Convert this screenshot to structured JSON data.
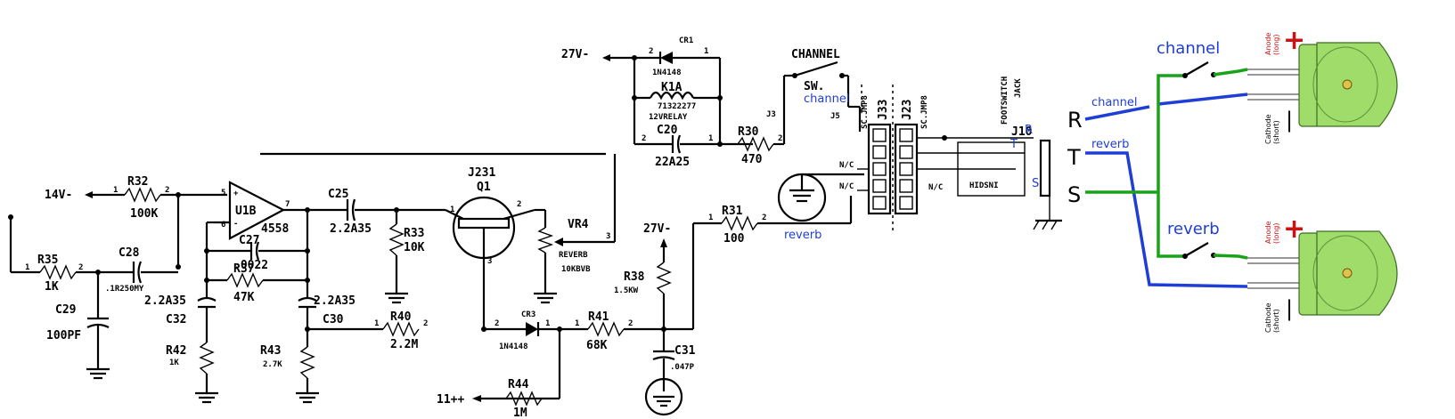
{
  "supply": {
    "v14": "14V-",
    "v27a": "27V-",
    "v27b": "27V-",
    "v11": "11++"
  },
  "opamp": {
    "ref": "U1B",
    "part": "4558",
    "pin_plus": "5",
    "pin_minus": "6",
    "pin_out": "7"
  },
  "resistors": {
    "r32": {
      "ref": "R32",
      "value": "100K"
    },
    "r35": {
      "ref": "R35",
      "value": "1K"
    },
    "r37": {
      "ref": "R37",
      "value": "47K"
    },
    "r42": {
      "ref": "R42",
      "value": "1K"
    },
    "r43": {
      "ref": "R43",
      "value": "2.7K"
    },
    "r40": {
      "ref": "R40",
      "value": "2.2M"
    },
    "r33": {
      "ref": "R33",
      "value": "10K"
    },
    "r41": {
      "ref": "R41",
      "value": "68K"
    },
    "r44": {
      "ref": "R44",
      "value": "1M"
    },
    "r38": {
      "ref": "R38",
      "value": "1.5KW"
    },
    "r31": {
      "ref": "R31",
      "value": "100"
    },
    "r30": {
      "ref": "R30",
      "value": "470"
    }
  },
  "capacitors": {
    "c28": {
      "ref": "C28",
      "value": ".1R250MY"
    },
    "c29": {
      "ref": "C29",
      "value": "100PF"
    },
    "c27": {
      "ref": "C27",
      "value": ".0022"
    },
    "c32": {
      "ref": "C32",
      "value": "2.2A35"
    },
    "c30": {
      "ref": "C30",
      "value": "2.2A35"
    },
    "c25": {
      "ref": "C25",
      "value": "2.2A35"
    },
    "c31": {
      "ref": "C31",
      "value": ".047P"
    },
    "c20": {
      "ref": "C20",
      "value": "22A25"
    }
  },
  "diodes": {
    "cr1": {
      "ref": "CR1",
      "part": "1N4148"
    },
    "cr3": {
      "ref": "CR3",
      "part": "1N4148"
    }
  },
  "transistor": {
    "ref": "Q1",
    "part": "J231"
  },
  "pot": {
    "ref": "VR4",
    "name": "REVERB",
    "value": "10KBVB"
  },
  "relay": {
    "ref": "K1A",
    "part": "71322277",
    "desc": "12VRELAY"
  },
  "switch": {
    "title": "CHANNEL",
    "ref": "SW."
  },
  "connectors": {
    "j3": "J3",
    "j5": "J5",
    "j33": "J33",
    "j23": "J23",
    "j10": "J10",
    "jump_label": "SC.JMP8",
    "nc": "N/C",
    "hidsni": "HIDSNI",
    "footswitch": "FOOTSWITCH",
    "jack": "JACK"
  },
  "annotations": {
    "channel": "channel",
    "reverb": "reverb",
    "t": "T",
    "r": "R",
    "s": "S"
  },
  "led_diagram": {
    "channel_label": "channel",
    "reverb_label": "reverb",
    "r": "R",
    "t": "T",
    "s": "S",
    "anode": "Anode",
    "anode_sub": "(long)",
    "cathode": "Cathode",
    "cathode_sub": "(short)",
    "plus": "+",
    "minus": "|",
    "led_color": "#9fdc6a",
    "wire_green": "#1aa31a",
    "wire_blue": "#1f3ed6"
  }
}
